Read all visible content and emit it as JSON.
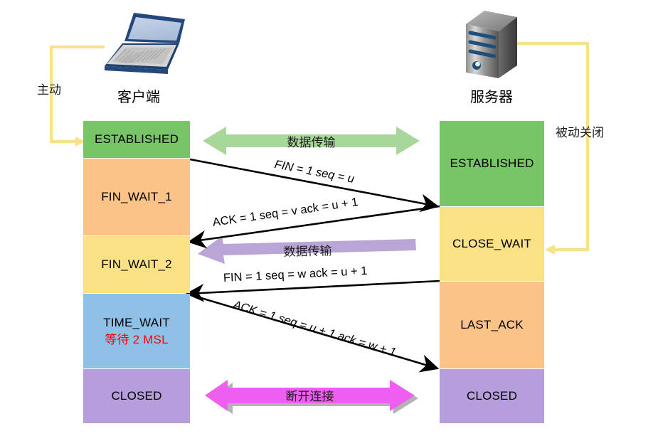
{
  "diagram": {
    "title": "TCP four-way handshake connection termination",
    "endpoints": [
      {
        "id": "client",
        "icon": "laptop-icon",
        "label": "客户端"
      },
      {
        "id": "server",
        "icon": "server-icon",
        "label": "服务器"
      }
    ],
    "side_notes": [
      {
        "id": "active-close",
        "text": "主动"
      },
      {
        "id": "passive-close",
        "text": "被动关闭"
      }
    ],
    "client_states": [
      {
        "label": "ESTABLISHED",
        "color": "#77c566",
        "sub": ""
      },
      {
        "label": "FIN_WAIT_1",
        "color": "#fbc387",
        "sub": ""
      },
      {
        "label": "FIN_WAIT_2",
        "color": "#fbe186",
        "sub": ""
      },
      {
        "label": "TIME_WAIT",
        "color": "#8ec0e8",
        "sub": "等待 2 MSL"
      },
      {
        "label": "CLOSED",
        "color": "#b69ddc",
        "sub": ""
      }
    ],
    "server_states": [
      {
        "label": "ESTABLISHED",
        "color": "#77c566",
        "sub": ""
      },
      {
        "label": "CLOSE_WAIT",
        "color": "#fbe186",
        "sub": ""
      },
      {
        "label": "LAST_ACK",
        "color": "#fbc387",
        "sub": ""
      },
      {
        "label": "CLOSED",
        "color": "#b69ddc",
        "sub": ""
      }
    ],
    "messages": [
      {
        "id": "fin-1",
        "text": "FIN = 1 seq = u",
        "direction": "client-to-server",
        "italic": true
      },
      {
        "id": "ack-1",
        "text": "ACK = 1 seq = v ack = u + 1",
        "direction": "server-to-client",
        "italic": false
      },
      {
        "id": "fin-2",
        "text": "FIN = 1 seq = w ack = u + 1",
        "direction": "server-to-client",
        "italic": false
      },
      {
        "id": "ack-2",
        "text": "ACK = 1 seq = u + 1 ack = w + 1",
        "direction": "client-to-server",
        "italic": false
      }
    ],
    "block_arrows": [
      {
        "id": "data-transfer-top",
        "text": "数据传输",
        "color": "#a8d79a",
        "heads": "both"
      },
      {
        "id": "data-transfer-mid",
        "text": "数据传输",
        "color": "#b9a6d6",
        "heads": "left"
      },
      {
        "id": "disconnect",
        "text": "断开连接",
        "color": "#ef5fef",
        "heads": "both"
      }
    ],
    "colors": {
      "established": "#77c566",
      "fin_wait_1": "#fbc387",
      "fin_wait_2": "#fbe186",
      "time_wait": "#8ec0e8",
      "closed": "#b69ddc",
      "close_wait": "#fbe186",
      "last_ack": "#fbc387",
      "msl_text": "#ff0000",
      "guide_arrow": "#fbe08a",
      "green_arrow": "#a8d79a",
      "purple_arrow": "#b9a6d6",
      "magenta_arrow": "#ef5fef",
      "shadow": "#b3b3b3"
    }
  }
}
